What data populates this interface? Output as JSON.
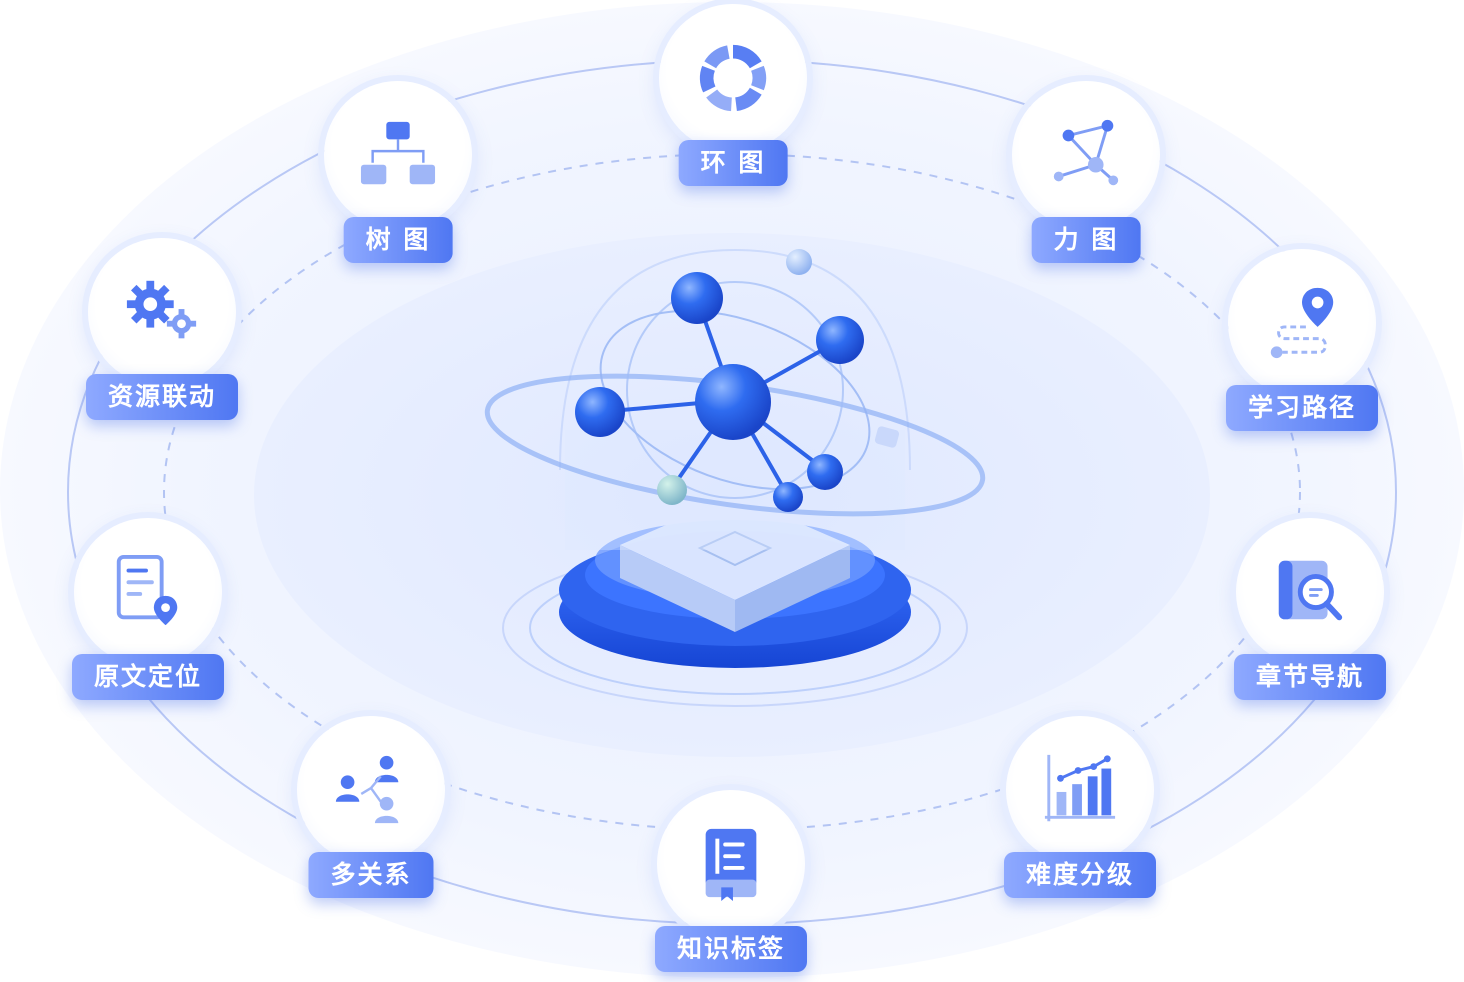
{
  "colors": {
    "accent": "#4f77f2",
    "accent_light": "#8ea9ff",
    "ellipse_fill": "#eef2ff",
    "orbit_line": "#b9c8f5",
    "node_dark": "#1f5be0"
  },
  "diagram": {
    "center_icon": "knowledge-graph-platform",
    "nodes": [
      {
        "id": "ring",
        "label": "环 图",
        "icon": "donut-chart-icon"
      },
      {
        "id": "tree",
        "label": "树 图",
        "icon": "tree-chart-icon"
      },
      {
        "id": "force",
        "label": "力 图",
        "icon": "force-graph-icon"
      },
      {
        "id": "resource",
        "label": "资源联动",
        "icon": "gears-icon"
      },
      {
        "id": "path",
        "label": "学习路径",
        "icon": "route-pin-icon"
      },
      {
        "id": "locate",
        "label": "原文定位",
        "icon": "document-location-icon"
      },
      {
        "id": "chapter",
        "label": "章节导航",
        "icon": "search-document-icon"
      },
      {
        "id": "relation",
        "label": "多关系",
        "icon": "people-network-icon"
      },
      {
        "id": "difficulty",
        "label": "难度分级",
        "icon": "bar-chart-icon"
      },
      {
        "id": "tag",
        "label": "知识标签",
        "icon": "book-icon"
      }
    ]
  }
}
